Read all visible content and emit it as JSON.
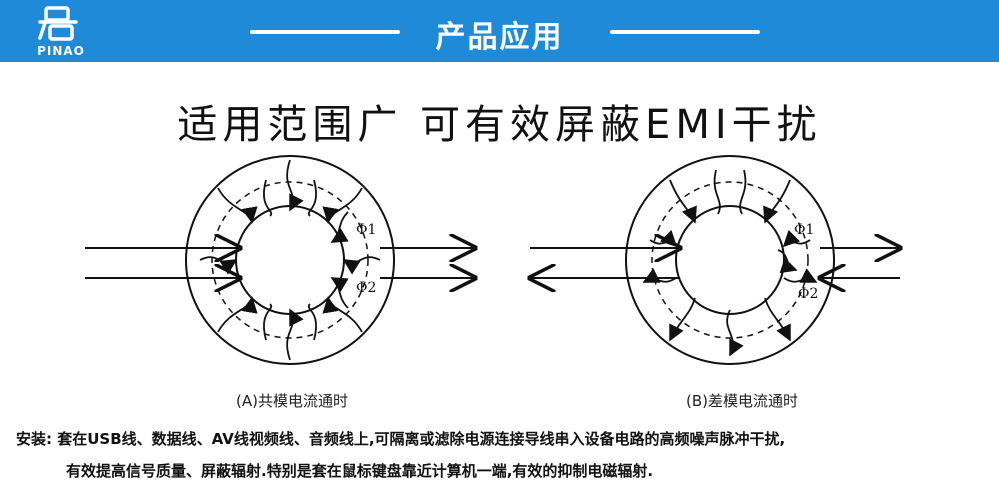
{
  "header": {
    "logo_text": "PINAO",
    "title": "产品应用"
  },
  "headline": "适用范围广 可有效屏蔽EMI干扰",
  "diagrams": [
    {
      "caption": "(A)共模电流通时",
      "phi1": "Φ1",
      "phi2": "Φ2"
    },
    {
      "caption": "(B)差模电流通时",
      "phi1": "Φ1",
      "phi2": "Φ2"
    }
  ],
  "installation": {
    "label": "安装:",
    "line1": "套在USB线、数据线、AV线视频线、音频线上,可隔离或滤除电源连接导线串入设备电路的高频噪声脉冲干扰,",
    "line2": "有效提高信号质量、屏蔽辐射.特别是套在鼠标键盘靠近计算机一端,有效的抑制电磁辐射."
  },
  "colors": {
    "banner": "#1e8ad8"
  }
}
